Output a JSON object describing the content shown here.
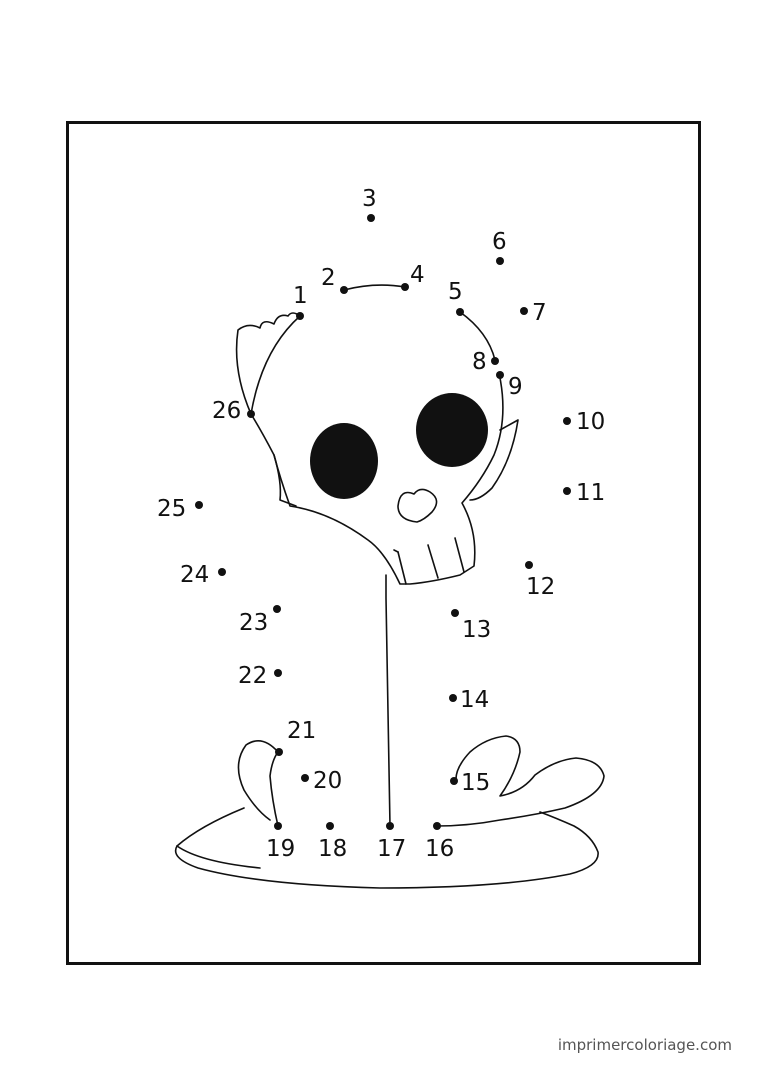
{
  "worksheet": {
    "dots": [
      {
        "n": "1"
      },
      {
        "n": "2"
      },
      {
        "n": "3"
      },
      {
        "n": "4"
      },
      {
        "n": "5"
      },
      {
        "n": "6"
      },
      {
        "n": "7"
      },
      {
        "n": "8"
      },
      {
        "n": "9"
      },
      {
        "n": "10"
      },
      {
        "n": "11"
      },
      {
        "n": "12"
      },
      {
        "n": "13"
      },
      {
        "n": "14"
      },
      {
        "n": "15"
      },
      {
        "n": "16"
      },
      {
        "n": "17"
      },
      {
        "n": "18"
      },
      {
        "n": "19"
      },
      {
        "n": "20"
      },
      {
        "n": "21"
      },
      {
        "n": "22"
      },
      {
        "n": "23"
      },
      {
        "n": "24"
      },
      {
        "n": "25"
      },
      {
        "n": "26"
      }
    ]
  },
  "footer": {
    "site": "imprimercoloriage.com"
  }
}
